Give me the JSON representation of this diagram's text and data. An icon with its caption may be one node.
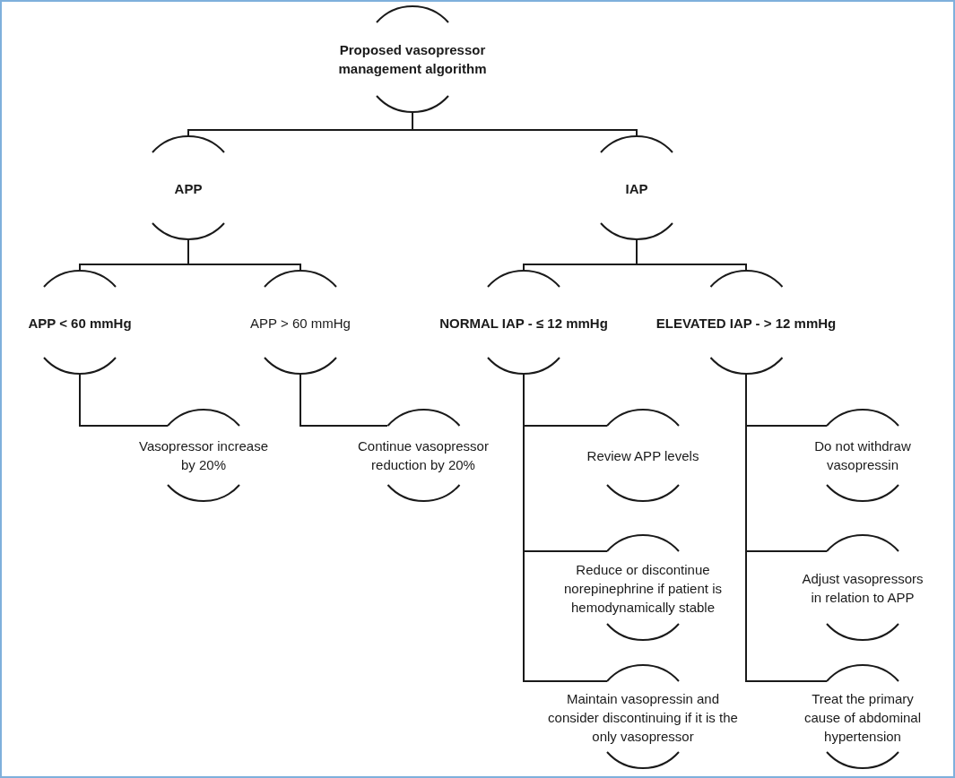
{
  "diagram": {
    "nodes": [
      {
        "text": [
          "Proposed vasopressor management algorithm"
        ]
      },
      {
        "text": [
          "APP"
        ]
      },
      {
        "text": [
          "IAP"
        ]
      },
      {
        "text": [
          "APP < 60 mmHg"
        ]
      },
      {
        "text": [
          "APP > 60 mmHg"
        ]
      },
      {
        "text": [
          "NORMAL IAP - ≤ 12 mmHg"
        ]
      },
      {
        "text": [
          "ELEVATED IAP - > 12 mmHg"
        ]
      },
      {
        "text": [
          "Vasopressor increase by 20%"
        ]
      },
      {
        "text": [
          "Continue vasopressor reduction by 20%"
        ]
      },
      {
        "text": [
          "Review APP levels"
        ]
      },
      {
        "text": [
          "Reduce or discontinue norepinephrine if patient is hemodynamically stable"
        ]
      },
      {
        "text": [
          "Maintain vasopressin and consider discontinuing if it is the only vasopressor"
        ]
      },
      {
        "text": [
          "Do not withdraw vasopressin"
        ]
      },
      {
        "text": [
          "Adjust vasopressors in relation to APP"
        ]
      },
      {
        "text": [
          "Treat the primary cause of abdominal hypertension"
        ]
      }
    ],
    "edges": [
      {
        "from": 0,
        "to": 1,
        "arrow": "none"
      },
      {
        "from": 0,
        "to": 2,
        "arrow": "none"
      },
      {
        "from": 1,
        "to": 3,
        "arrow": "none"
      },
      {
        "from": 1,
        "to": 4,
        "arrow": "none"
      },
      {
        "from": 2,
        "to": 5,
        "arrow": "none"
      },
      {
        "from": 2,
        "to": 6,
        "arrow": "none"
      },
      {
        "from": 3,
        "to": 7,
        "arrow": "none"
      },
      {
        "from": 4,
        "to": 8,
        "arrow": "none"
      },
      {
        "from": 5,
        "to": 9,
        "arrow": "none"
      },
      {
        "from": 5,
        "to": 10,
        "arrow": "none"
      },
      {
        "from": 5,
        "to": 11,
        "arrow": "none"
      },
      {
        "from": 6,
        "to": 12,
        "arrow": "none"
      },
      {
        "from": 6,
        "to": 13,
        "arrow": "none"
      },
      {
        "from": 6,
        "to": 14,
        "arrow": "none"
      }
    ]
  }
}
